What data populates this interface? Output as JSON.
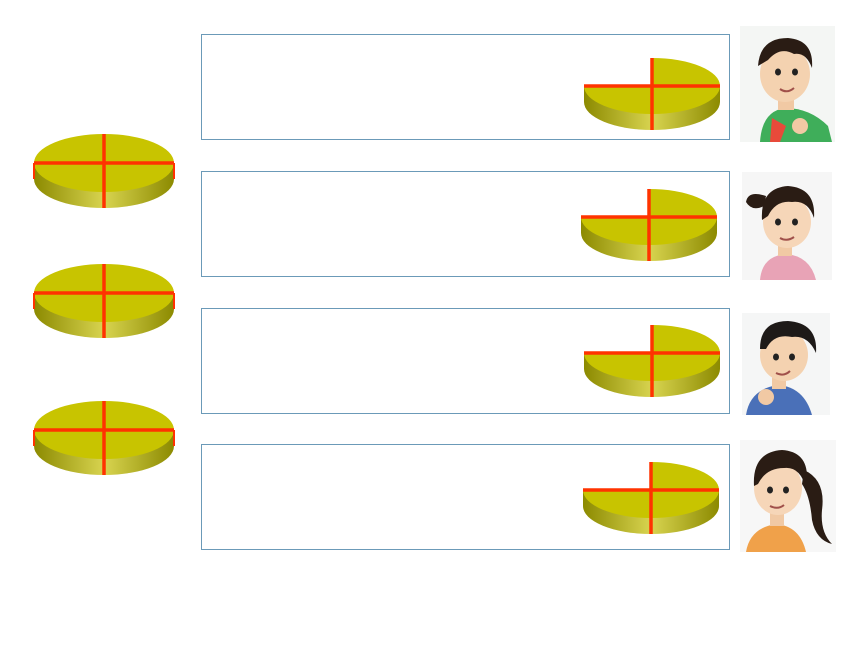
{
  "colors": {
    "pie_top": "#c8c400",
    "pie_side_light": "#d8d450",
    "pie_side_dark": "#8c8a00",
    "cut_lines": "#ff3300",
    "box_border": "#6b9ab8",
    "background": "#ffffff"
  },
  "left_pies": [
    {
      "name": "whole-pie-1",
      "divisions": 4,
      "pieces_remaining": 4
    },
    {
      "name": "whole-pie-2",
      "divisions": 4,
      "pieces_remaining": 4
    },
    {
      "name": "whole-pie-3",
      "divisions": 4,
      "pieces_remaining": 4
    }
  ],
  "rows": [
    {
      "character": "boy-1",
      "pie_pieces_remaining": 3,
      "pie_divisions": 4
    },
    {
      "character": "girl-1",
      "pie_pieces_remaining": 3,
      "pie_divisions": 4
    },
    {
      "character": "boy-2",
      "pie_pieces_remaining": 3,
      "pie_divisions": 4
    },
    {
      "character": "girl-2",
      "pie_pieces_remaining": 3,
      "pie_divisions": 4
    }
  ]
}
